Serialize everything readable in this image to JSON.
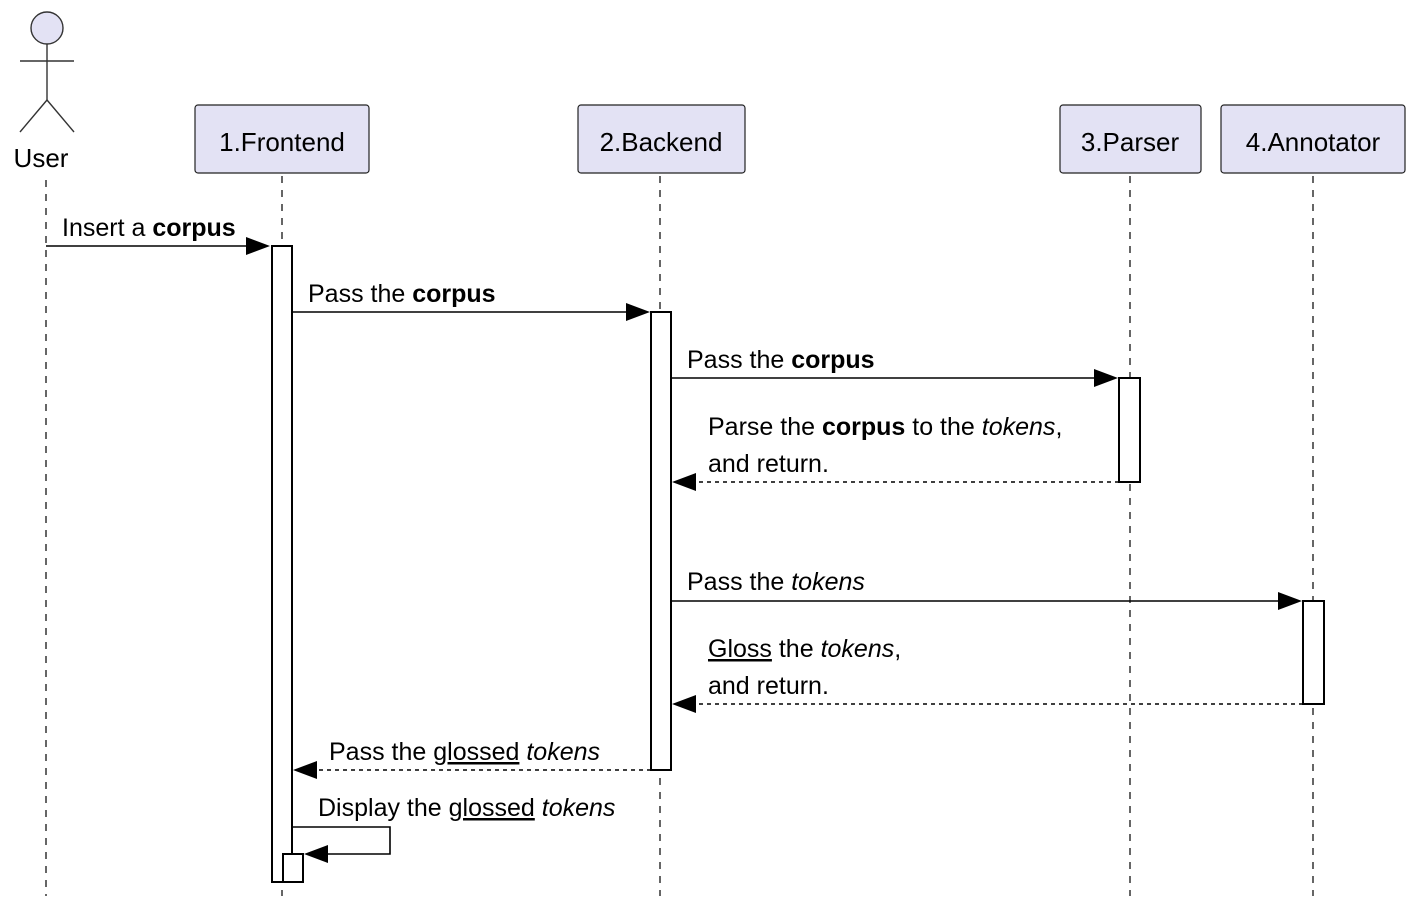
{
  "participants": {
    "user": "User",
    "frontend": "1.Frontend",
    "backend": "2.Backend",
    "parser": "3.Parser",
    "annotator": "4.Annotator"
  },
  "messages": {
    "m1": {
      "a": "Insert a ",
      "b": "corpus"
    },
    "m2": {
      "a": "Pass the ",
      "b": "corpus"
    },
    "m3": {
      "a": "Pass the ",
      "b": "corpus"
    },
    "m4": {
      "a": "Parse the ",
      "b": "corpus",
      "c": " to the ",
      "d": "tokens",
      "e": ",",
      "line2": "and return."
    },
    "m5": {
      "a": "Pass the ",
      "b": "tokens"
    },
    "m6": {
      "a": "Gloss",
      "b": " the ",
      "c": "tokens",
      "d": ",",
      "line2": "and return."
    },
    "m7": {
      "a": "Pass the ",
      "b": "glossed",
      "c": " ",
      "d": "tokens"
    },
    "m8": {
      "a": "Display the ",
      "b": "glossed",
      "c": " ",
      "d": "tokens"
    }
  },
  "colors": {
    "participant_fill": "#e3e2f4",
    "actor_head_fill": "#e3e2f4",
    "line": "#000000"
  }
}
